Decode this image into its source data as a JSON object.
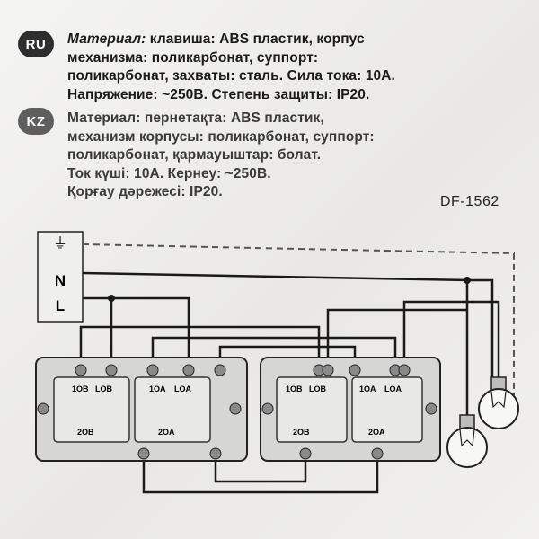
{
  "badges": {
    "ru": "RU",
    "kz": "KZ",
    "color": "#2e2e2e"
  },
  "ru": {
    "l1_label": "Материал:",
    "l1_text": " клавиша: ABS пластик, корпус",
    "l2": "механизма: поликарбонат, суппорт:",
    "l3": "поликарбонат, захваты: сталь. Сила тока: 10А.",
    "l4": "Напряжение: ~250В. Степень защиты: IP20."
  },
  "kz": {
    "l1": "Материал: пернетақта: ABS пластик,",
    "l2": "механизм корпусы: поликарбонат, суппорт:",
    "l3": "поликарбонат, қармауыштар: болат.",
    "l4": "Ток күші: 10А. Кернеу: ~250В.",
    "l5": "Қорғау дәрежесі: IP20."
  },
  "model": "DF-1562",
  "supply": {
    "ground": "⏚",
    "neutral": "N",
    "live": "L"
  },
  "switch_terminals": {
    "t1": "1OB",
    "t2": "LOB",
    "t3": "1OA",
    "t4": "LOA",
    "t5": "2OB",
    "t6": "2OA"
  },
  "colors": {
    "wire": "#1a1a1a",
    "ground_wire": "#555555",
    "block_fill": "#d6d6d4",
    "screw": "#8a8a8a"
  }
}
